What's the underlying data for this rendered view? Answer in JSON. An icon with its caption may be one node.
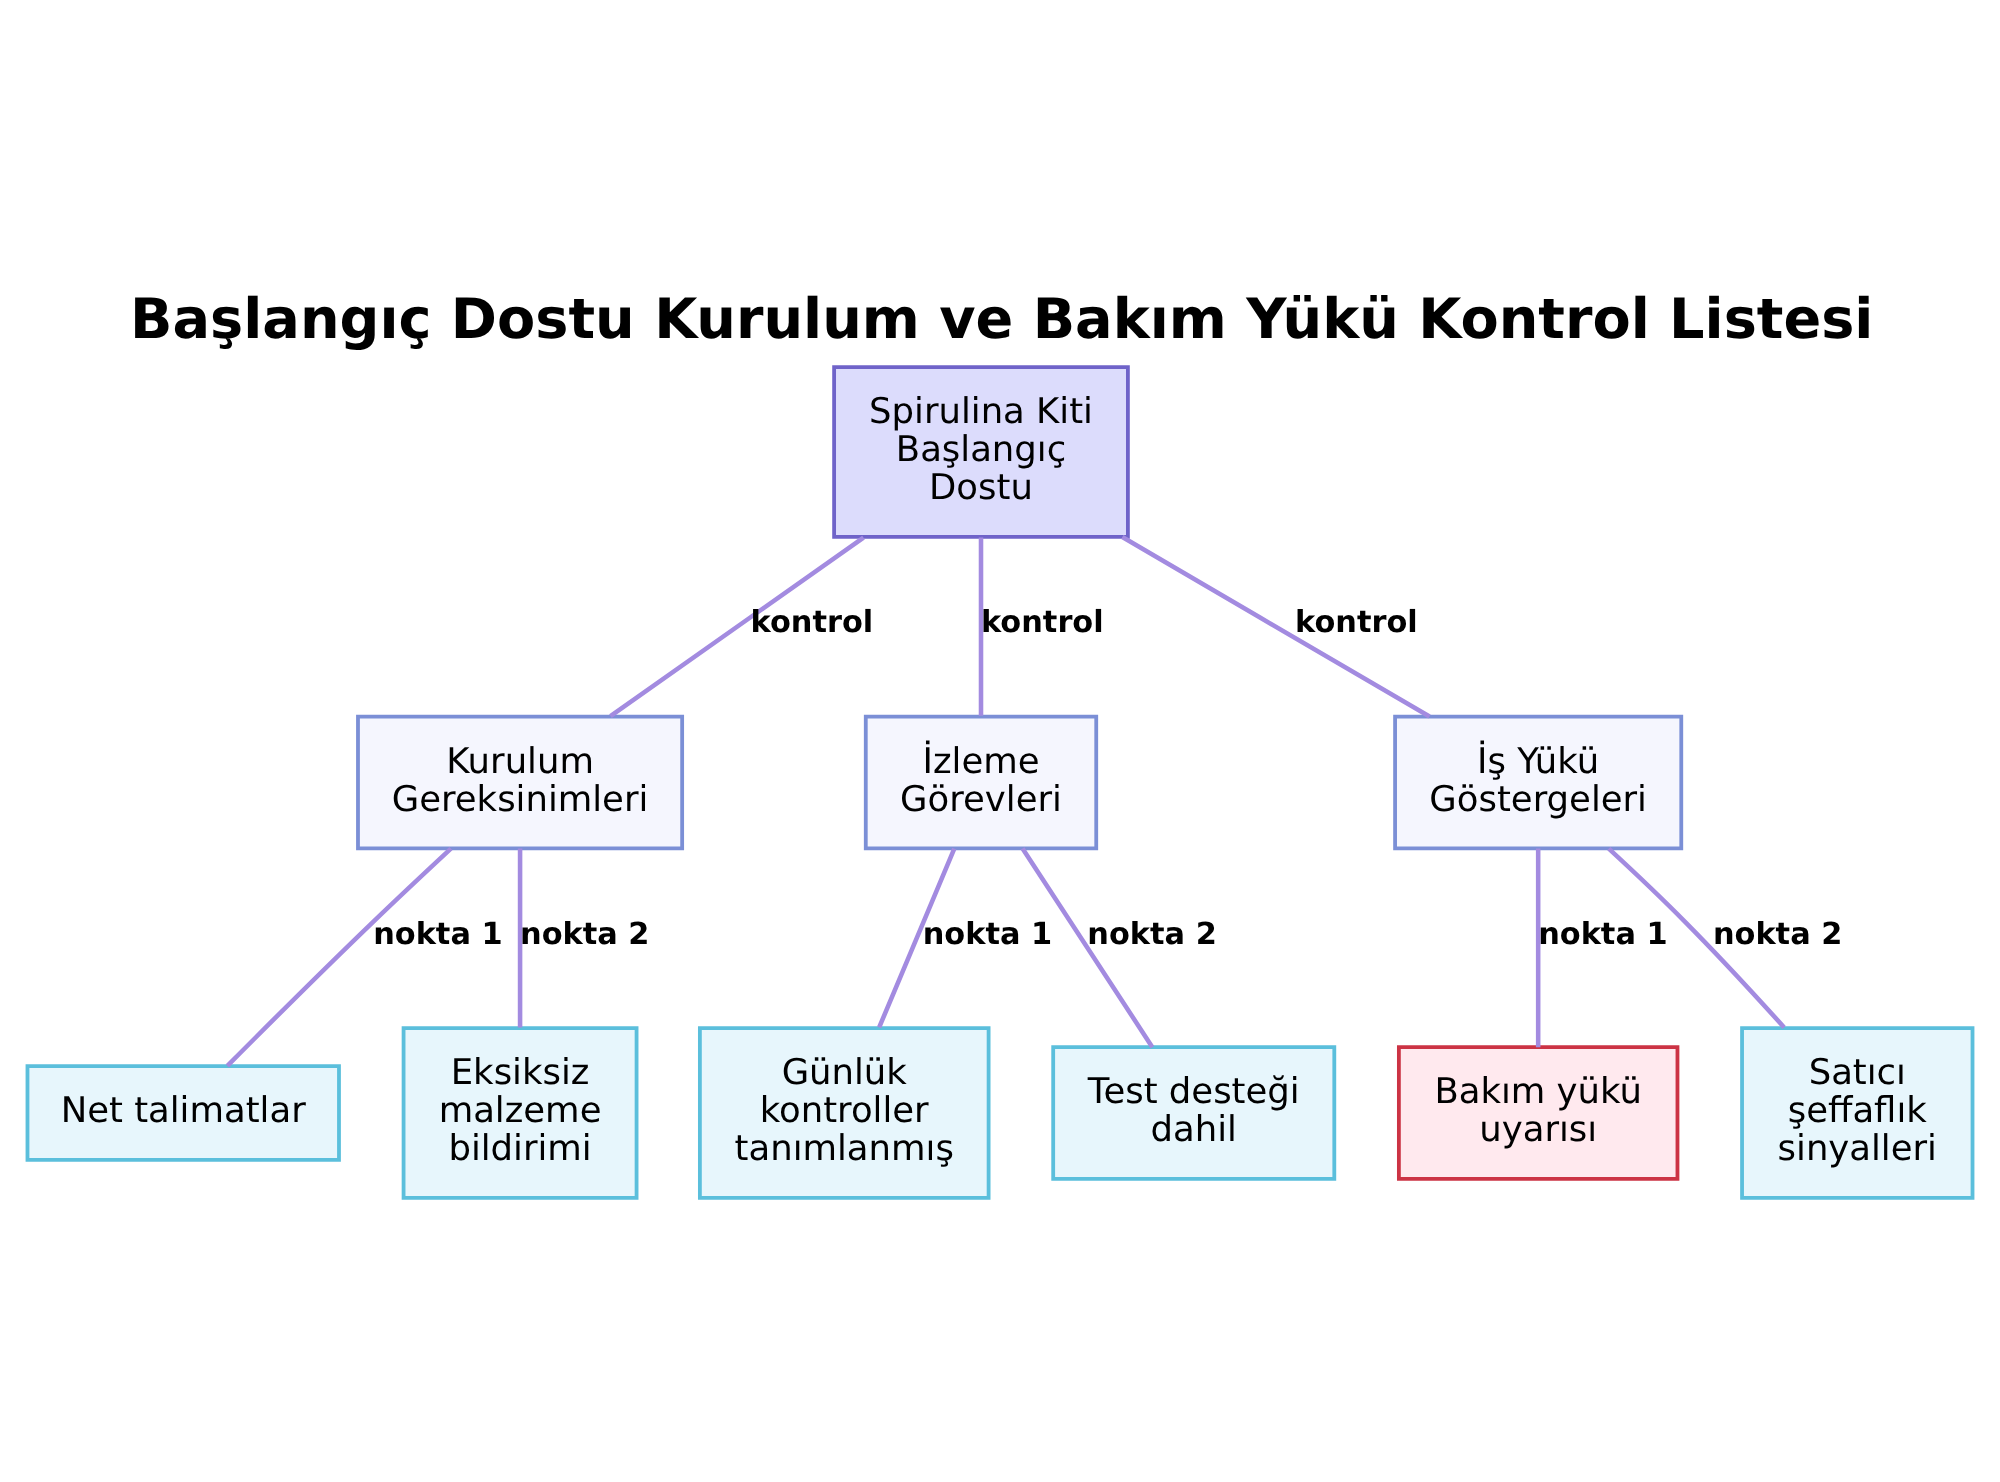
{
  "diagram": {
    "title": "Başlangıç Dostu Kurulum ve Bakım Yükü Kontrol Listesi",
    "nodes": [
      {
        "text": [
          "Spirulina Kiti Başlangıç Dostu"
        ]
      },
      {
        "text": [
          "Kurulum Gereksinimleri"
        ]
      },
      {
        "text": [
          "İzleme Görevleri"
        ]
      },
      {
        "text": [
          "İş Yükü Göstergeleri"
        ]
      },
      {
        "text": [
          "Net talimatlar"
        ]
      },
      {
        "text": [
          "Eksiksiz malzeme bildirimi"
        ]
      },
      {
        "text": [
          "Günlük kontroller tanımlanmış"
        ]
      },
      {
        "text": [
          "Test desteği dahil"
        ]
      },
      {
        "text": [
          "Bakım yükü uyarısı"
        ]
      },
      {
        "text": [
          "Satıcı şeffaflık sinyalleri"
        ]
      }
    ],
    "edges": [
      {
        "from": 0,
        "to": 1,
        "arrow": "none",
        "label": "kontrol"
      },
      {
        "from": 0,
        "to": 2,
        "arrow": "none",
        "label": "kontrol"
      },
      {
        "from": 0,
        "to": 3,
        "arrow": "none",
        "label": "kontrol"
      },
      {
        "from": 1,
        "to": 4,
        "arrow": "none",
        "label": "nokta 1"
      },
      {
        "from": 1,
        "to": 5,
        "arrow": "none",
        "label": "nokta 2"
      },
      {
        "from": 2,
        "to": 6,
        "arrow": "none",
        "label": "nokta 1"
      },
      {
        "from": 2,
        "to": 7,
        "arrow": "none",
        "label": "nokta 2"
      },
      {
        "from": 3,
        "to": 8,
        "arrow": "none",
        "label": "nokta 1"
      },
      {
        "from": 3,
        "to": 9,
        "arrow": "none",
        "label": "nokta 2"
      }
    ]
  }
}
